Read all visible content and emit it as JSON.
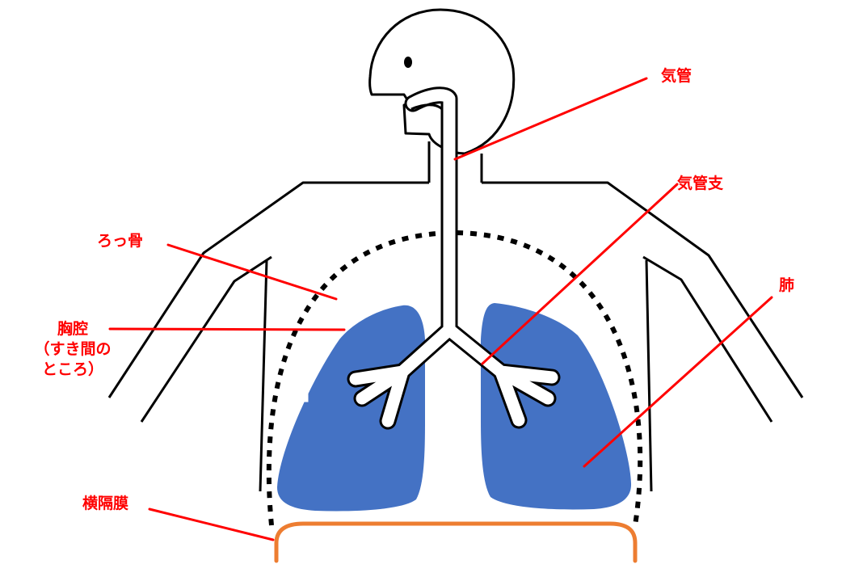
{
  "labels": {
    "trachea": "気管",
    "bronchus": "気管支",
    "lung": "肺",
    "rib": "ろっ骨",
    "thoracic_cavity": "胸腔",
    "thoracic_cavity_note_1": "（すき間の",
    "thoracic_cavity_note_2": "ところ）",
    "diaphragm": "横隔膜"
  },
  "colors": {
    "outline": "#000000",
    "lung_fill": "#4472c4",
    "diaphragm": "#ed7d31",
    "leader_line": "#ff0000",
    "label_text": "#ff0000"
  },
  "icons": {
    "head": "head-icon",
    "lungs": "lung-icon",
    "airway": "airway-icon",
    "ribcage": "ribcage-dotted-outline"
  }
}
